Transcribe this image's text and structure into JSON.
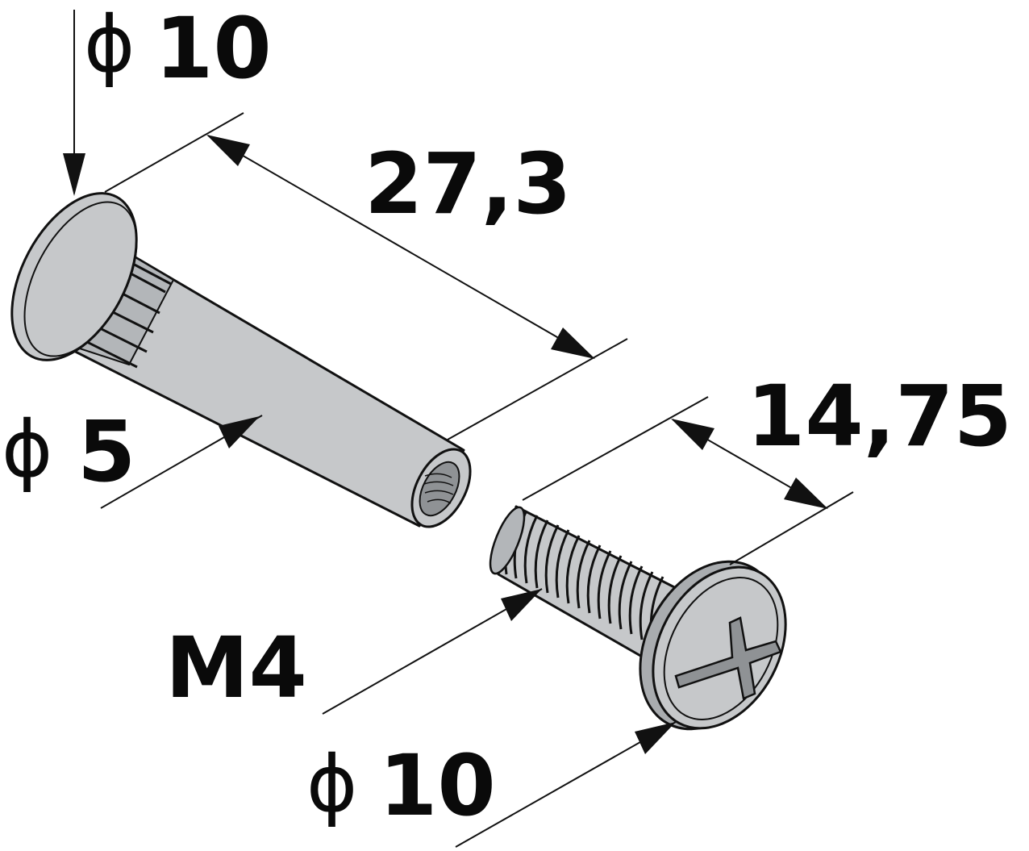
{
  "dimensions": {
    "sleeve_head_diameter": {
      "symbol": "ϕ",
      "value": "10"
    },
    "sleeve_length": "27,3",
    "sleeve_diameter": {
      "symbol": "ϕ",
      "value": "5"
    },
    "screw_length": "14,75",
    "screw_thread": "M4",
    "screw_head_diameter": {
      "symbol": "ϕ",
      "value": "10"
    }
  },
  "colors": {
    "metal": "#c6c8ca",
    "metal_shade": "#a9acaf",
    "line": "#111111"
  }
}
